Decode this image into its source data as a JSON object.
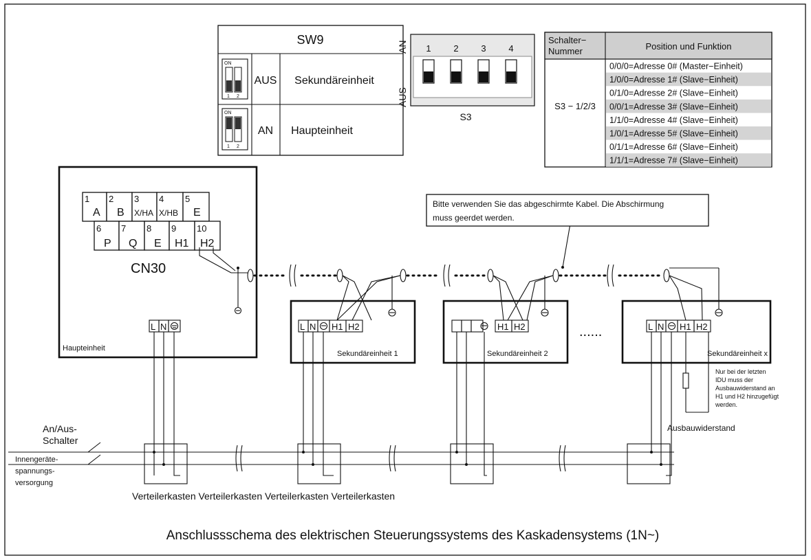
{
  "sw9": {
    "title": "SW9",
    "rows": [
      {
        "state": "AUS",
        "function": "Sekundäreinheit"
      },
      {
        "state": "AN",
        "function": "Haupteinheit"
      }
    ],
    "switch_on_label": "ON",
    "switch_pos_1": "1",
    "switch_pos_2": "2"
  },
  "s3": {
    "label": "S3",
    "side_on": "AN",
    "side_off": "AUS",
    "switch_numbers": [
      "1",
      "2",
      "3",
      "4"
    ]
  },
  "switch_table": {
    "header_number": [
      "Schalter−",
      "Nummer"
    ],
    "header_function": "Position und Funktion",
    "switch_name": "S3 − 1/2/3",
    "rows": [
      "0/0/0=Adresse 0# (Master−Einheit)",
      "1/0/0=Adresse 1# (Slave−Einheit)",
      "0/1/0=Adresse 2# (Slave−Einheit)",
      "0/0/1=Adresse 3# (Slave−Einheit)",
      "1/1/0=Adresse 4# (Slave−Einheit)",
      "1/0/1=Adresse 5# (Slave−Einheit)",
      "0/1/1=Adresse 6# (Slave−Einheit)",
      "1/1/1=Adresse 7# (Slave−Einheit)"
    ],
    "shaded_rows": [
      1,
      3,
      5,
      7
    ]
  },
  "connector": {
    "name": "CN30",
    "top_row": [
      {
        "num": "1",
        "label": "A"
      },
      {
        "num": "2",
        "label": "B"
      },
      {
        "num": "3",
        "label": "X/HA"
      },
      {
        "num": "4",
        "label": "X/HB"
      },
      {
        "num": "5",
        "label": "E"
      }
    ],
    "bottom_row": [
      {
        "num": "6",
        "label": "P"
      },
      {
        "num": "7",
        "label": "Q"
      },
      {
        "num": "8",
        "label": "E"
      },
      {
        "num": "9",
        "label": "H1"
      },
      {
        "num": "10",
        "label": "H2"
      }
    ]
  },
  "main_unit_label": "Haupteinheit",
  "secondary_units": [
    "Sekundäreinheit 1",
    "Sekundäreinheit 2",
    "Sekundäreinheit x"
  ],
  "terminals": {
    "l": "L",
    "n": "N",
    "h1": "H1",
    "h2": "H2"
  },
  "ellipsis": "......",
  "cable_note": [
    "Bitte verwenden Sie das abgeschirmte Kabel. Die Abschirmung",
    "muss geerdet werden."
  ],
  "resistor_note": [
    "Nur bei der letzten",
    "IDU muss der",
    "Ausbauwiderstand an",
    "H1 und H2 hinzugefügt",
    "werden."
  ],
  "resistor_label": "Ausbauwiderstand",
  "power_switch_label": [
    "An/Aus-",
    "Schalter"
  ],
  "power_supply_label": [
    "Innengeräte-",
    "spannungs-",
    "versorgung"
  ],
  "distribution_boxes": "Verteilerkasten Verteilerkasten Verteilerkasten Verteilerkasten",
  "caption": "Anschlussschema des elektrischen Steuerungssystems des Kaskadensystems (1N~)"
}
